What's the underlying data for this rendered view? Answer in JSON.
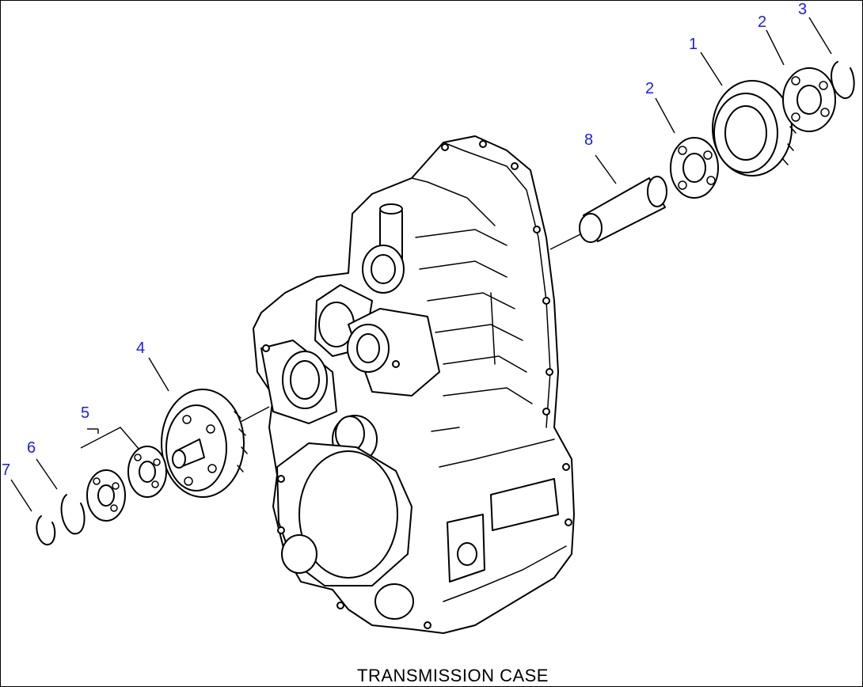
{
  "caption": "TRANSMISSION CASE",
  "callouts": [
    "1",
    "2",
    "3",
    "2",
    "8",
    "4",
    "5",
    "6",
    "7"
  ],
  "colors": {
    "callout": "#1a1aff",
    "line": "#000000",
    "background": "#ffffff"
  }
}
